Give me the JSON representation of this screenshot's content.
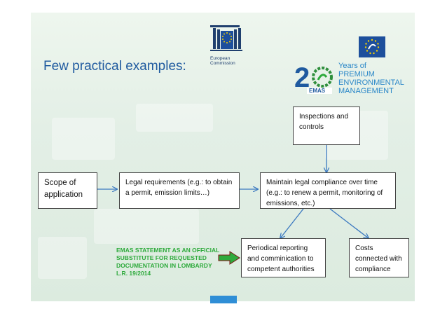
{
  "slide": {
    "title": "Few practical examples:"
  },
  "logos": {
    "ec_name_line1": "European",
    "ec_name_line2": "Commission",
    "emas_mark": "EMAS",
    "emas_years_line1": "Years of",
    "emas_years_line2": "PREMIUM",
    "emas_years_line3": "ENVIRONMENTAL",
    "emas_years_line4": "MANAGEMENT"
  },
  "boxes": {
    "inspections": "Inspections and controls",
    "scope": "Scope of application",
    "legal": "Legal requirements (e.g.: to obtain a permit, emission limits…)",
    "maintain": "Maintain legal compliance over time (e.g.: to renew a permit, monitoring of emissions, etc.)",
    "reporting": "Periodical reporting and comminication to competent authorities",
    "costs": "Costs connected with compliance"
  },
  "note": {
    "emas_statement": "EMAS STATEMENT AS AN OFFICIAL SUBSTITUTE FOR REQUESTED DOCUMENTATION IN LOMBARDY L.R. 19/2014"
  },
  "colors": {
    "title": "#1f5a9f",
    "arrow": "#3a78c0",
    "green": "#2eaa3c",
    "eu_blue": "#1d4f9c",
    "eu_star": "#f5d000"
  }
}
